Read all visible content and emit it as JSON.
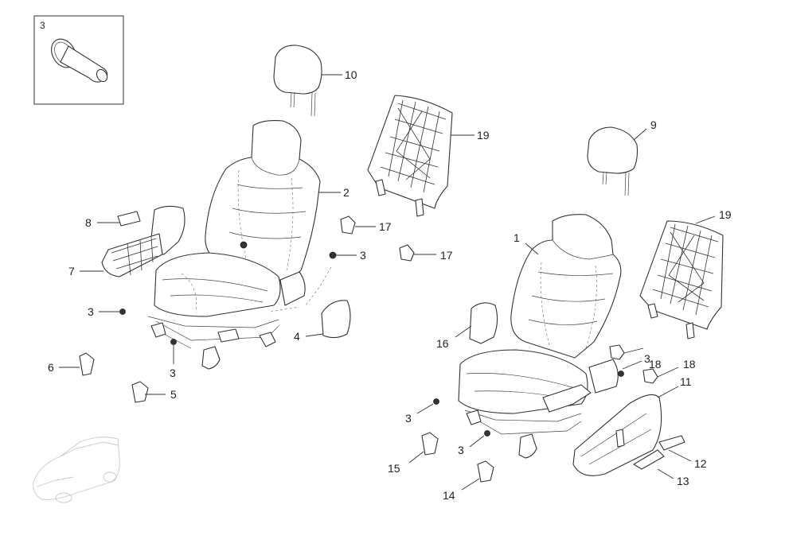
{
  "inset": {
    "label": "3"
  },
  "callouts": {
    "c10": "10",
    "c19a": "19",
    "c2": "2",
    "c8": "8",
    "c7": "7",
    "c17a": "17",
    "c3a": "3",
    "c17b": "17",
    "c3b": "3",
    "c4": "4",
    "c3c": "3",
    "c6": "6",
    "c5": "5",
    "c9": "9",
    "c19b": "19",
    "c1": "1",
    "c16": "16",
    "c18a": "18",
    "c3d": "3",
    "c18b": "18",
    "c11": "11",
    "c3e": "3",
    "c3f": "3",
    "c15": "15",
    "c12": "12",
    "c13": "13",
    "c14": "14"
  }
}
